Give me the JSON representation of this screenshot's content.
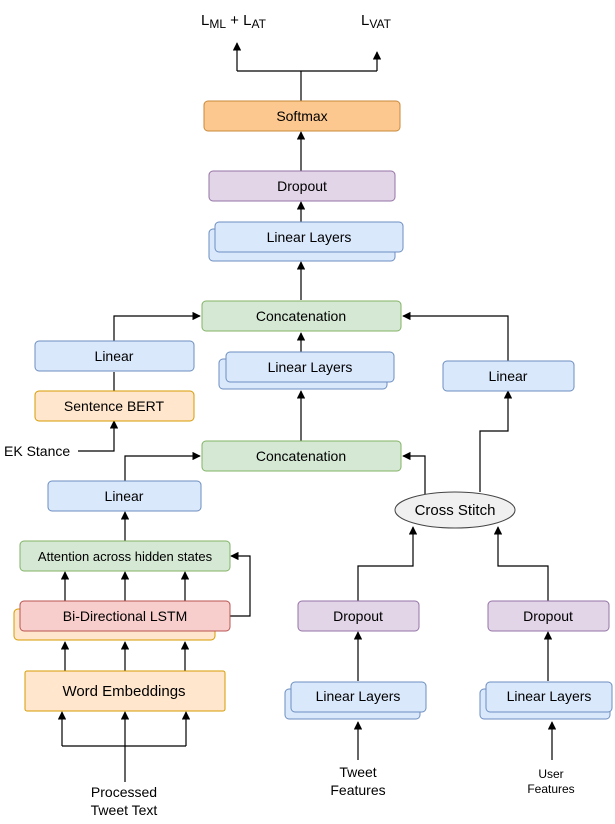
{
  "outputs": {
    "loss_left": {
      "main": "L",
      "sub1": "ML",
      "plus": " + L",
      "sub2": "AT"
    },
    "loss_right": {
      "main": "L",
      "sub": "VAT"
    }
  },
  "nodes": {
    "softmax": "Softmax",
    "dropout_top": "Dropout",
    "linear_layers_top": "Linear Layers",
    "concat_top": "Concatenation",
    "linear_left": "Linear",
    "linear_layers_mid": "Linear Layers",
    "linear_right": "Linear",
    "sentence_bert": "Sentence BERT",
    "concat_mid": "Concatenation",
    "linear_lower": "Linear",
    "cross_stitch": "Cross Stitch",
    "attention": "Attention across hidden states",
    "bilstm": "Bi-Directional LSTM",
    "dropout_tweet": "Dropout",
    "dropout_user": "Dropout",
    "word_embeddings": "Word Embeddings",
    "linear_layers_tweet": "Linear Layers",
    "linear_layers_user": "Linear Layers"
  },
  "inputs": {
    "ek_stance": "EK Stance",
    "processed_text_line1": "Processed",
    "processed_text_line2": "Tweet Text",
    "tweet_features_line1": "Tweet",
    "tweet_features_line2": "Features",
    "user_features_line1": "User",
    "user_features_line2": "Features"
  },
  "colors": {
    "orange_fill": "#fcc88f",
    "orange_stroke": "#c88a3a",
    "purple_fill": "#e1d5e7",
    "purple_stroke": "#9673a6",
    "blue_fill": "#dae8fc",
    "blue_stroke": "#6c8ebf",
    "green_fill": "#d5e8d4",
    "green_stroke": "#82b366",
    "peach_fill": "#ffe6cc",
    "peach_stroke": "#d79b00",
    "red_fill": "#f8cecc",
    "red_stroke": "#b85450",
    "gray_fill": "#f0f0f0",
    "gray_stroke": "#444444"
  }
}
